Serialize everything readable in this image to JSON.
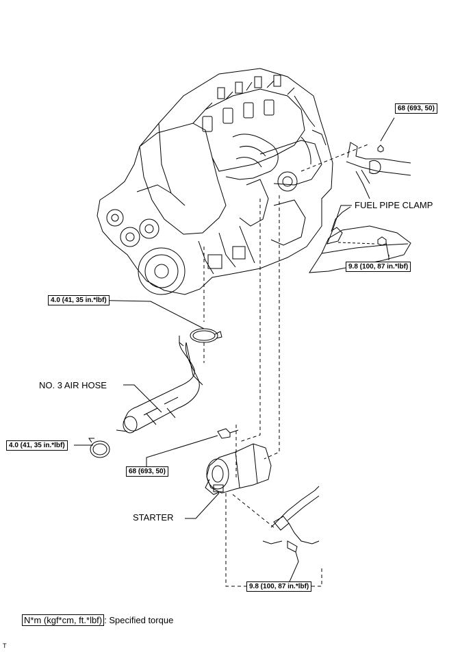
{
  "callouts": {
    "bolt_68_top": "68 (693, 50)",
    "fuel_clamp_bolt": "9.8 (100, 87 in.*lbf)",
    "hose_clamp_upper": "4.0 (41, 35 in.*lbf)",
    "hose_clamp_lower": "4.0 (41, 35 in.*lbf)",
    "starter_bolt": "68 (693, 50)",
    "starter_nut": "9.8 (100, 87 in.*lbf)"
  },
  "labels": {
    "fuel_pipe_clamp": "FUEL PIPE CLAMP",
    "air_hose": "NO. 3 AIR HOSE",
    "starter": "STARTER"
  },
  "legend": {
    "unit_box": "N*m (kgf*cm, ft.*lbf)",
    "description": ": Specified torque"
  },
  "figure_id": "T"
}
